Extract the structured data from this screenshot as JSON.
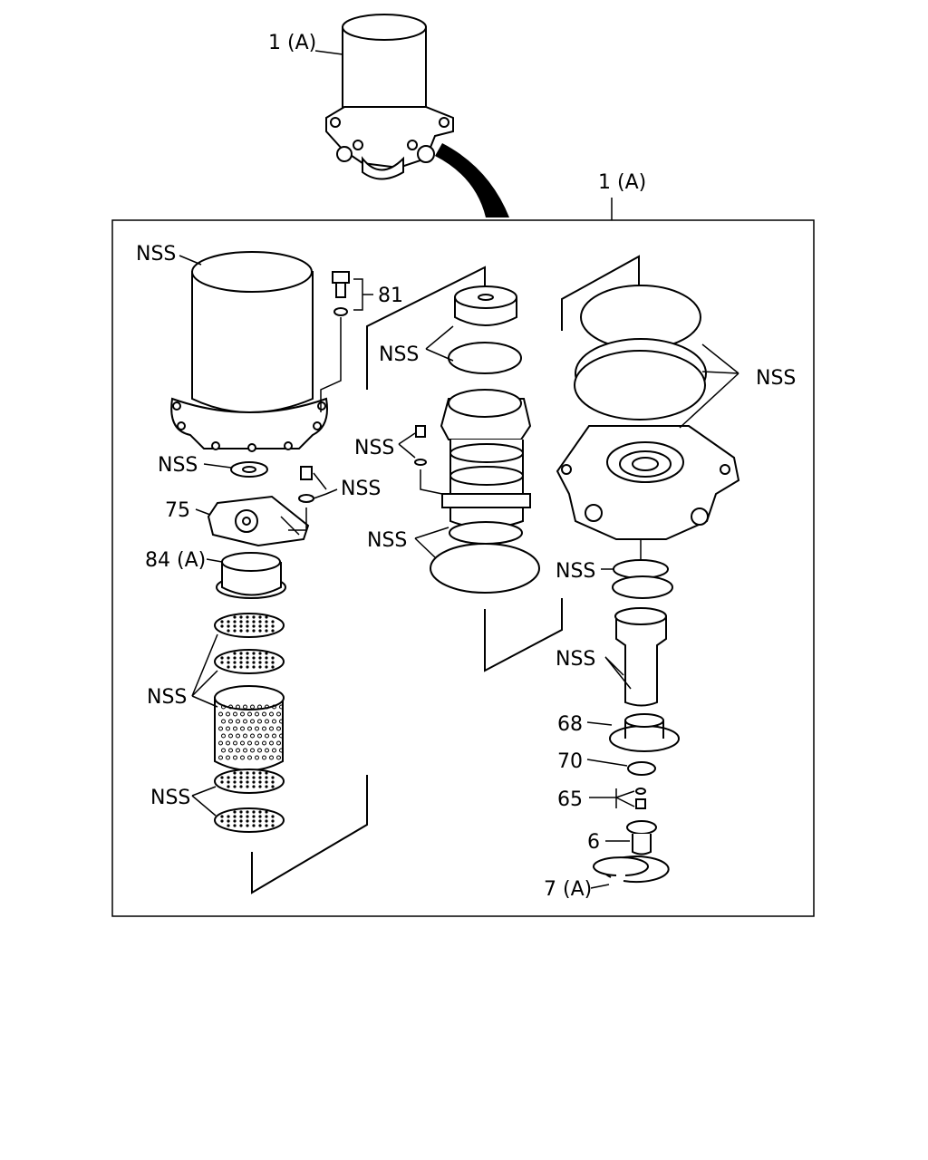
{
  "labels": {
    "assembly_top": "1 (A)",
    "assembly_box": "1 (A)",
    "l81": "81",
    "l75": "75",
    "l84": "84 (A)",
    "l68": "68",
    "l70": "70",
    "l65": "65",
    "l6": "6",
    "l7": "7 (A)",
    "nss": "NSS"
  }
}
